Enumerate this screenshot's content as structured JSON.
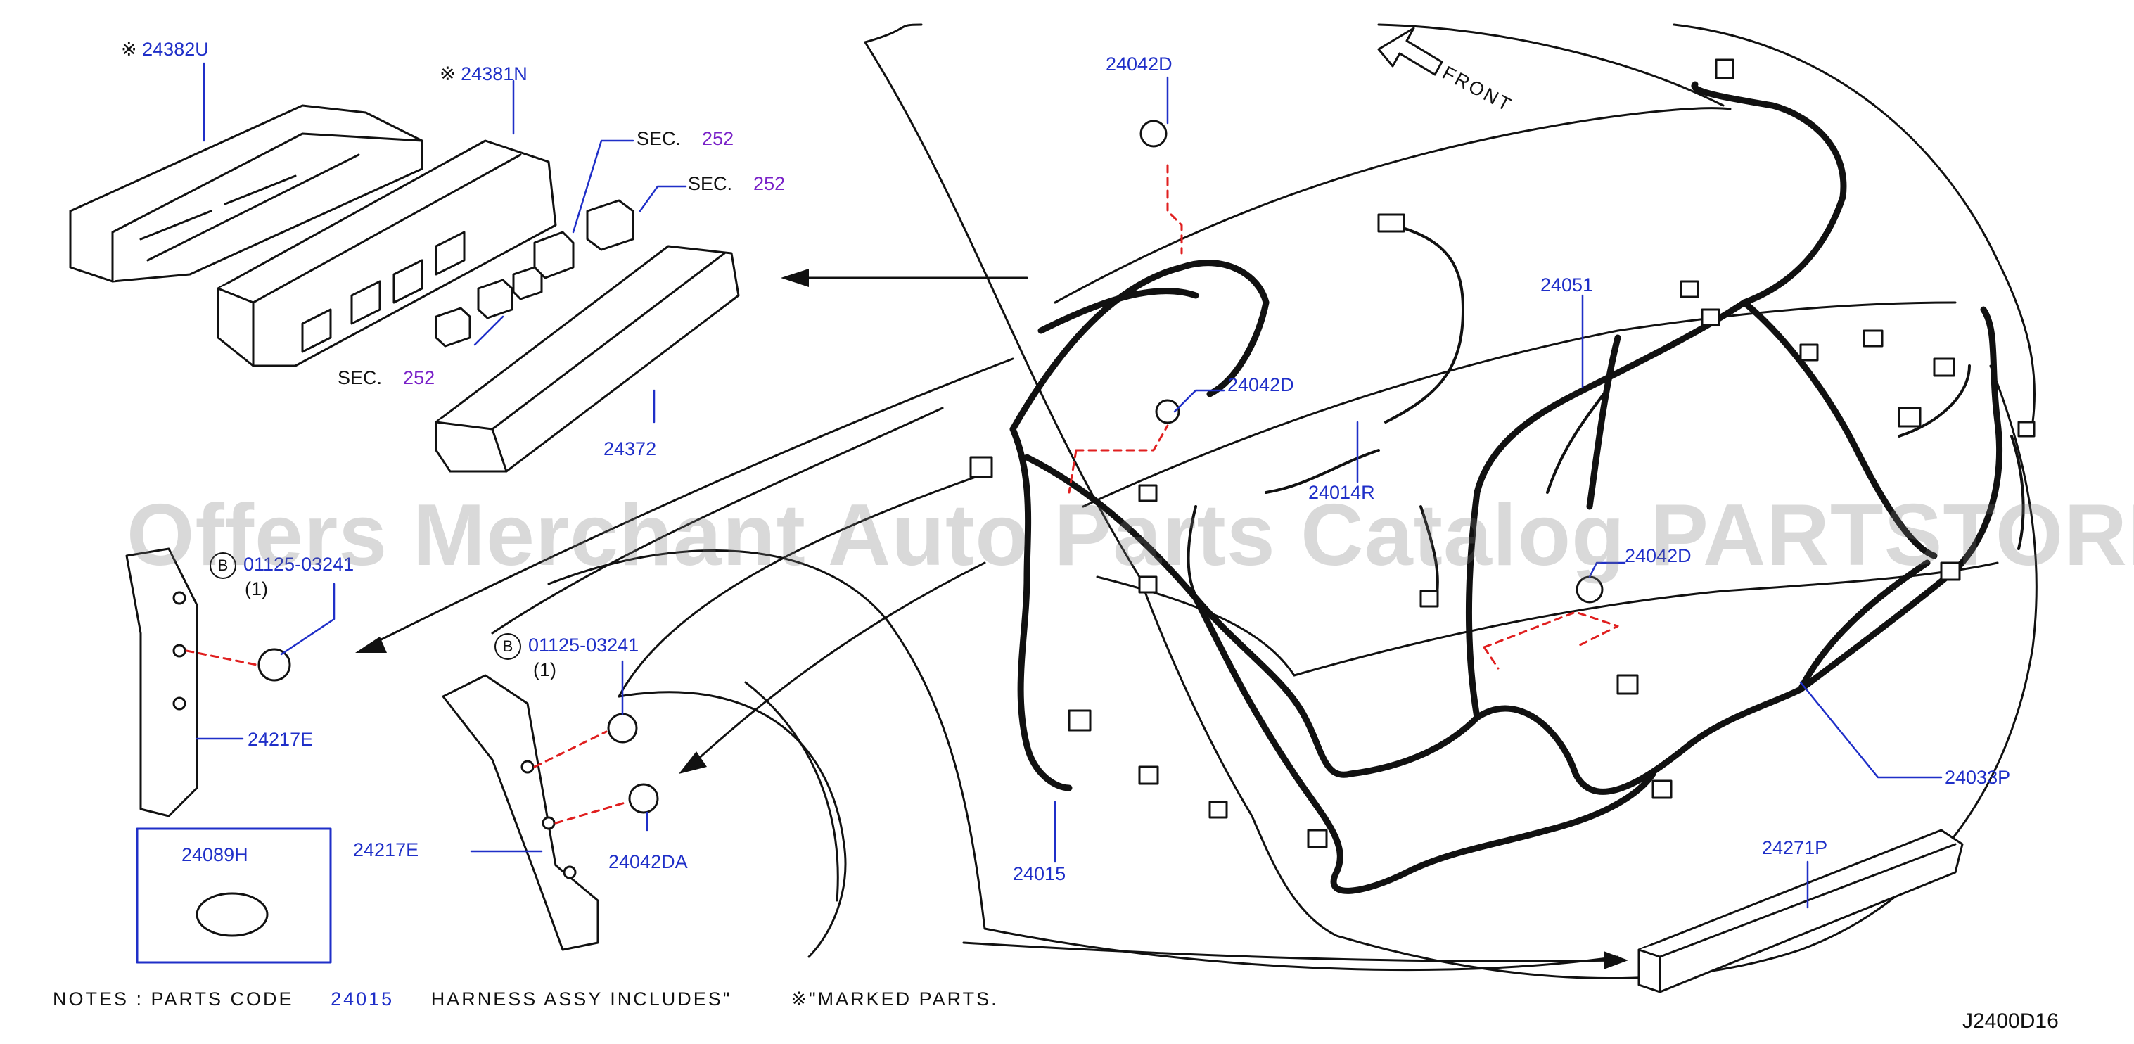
{
  "watermark": "Offers Merchant Auto Parts Catalog PARTSTORE SA",
  "diagram_id": "J2400D16",
  "direction_label": "FRONT",
  "marked_symbol": "※",
  "circle_b": "B",
  "parts": {
    "p24382U": "24382U",
    "p24381N": "24381N",
    "sec_text": "SEC.",
    "sec_num": "252",
    "p24372": "24372",
    "p24042D": "24042D",
    "p24051": "24051",
    "p24014R": "24014R",
    "p01125": "01125-03241",
    "qty1": "(1)",
    "p24217E": "24217E",
    "p24042DA": "24042DA",
    "p24089H": "24089H",
    "p24015": "24015",
    "p24033P": "24033P",
    "p24271P": "24271P"
  },
  "notes": {
    "n1": "NOTES : PARTS CODE",
    "code": "24015",
    "n2": "HARNESS ASSY INCLUDES\"",
    "n3": "\"MARKED PARTS."
  }
}
